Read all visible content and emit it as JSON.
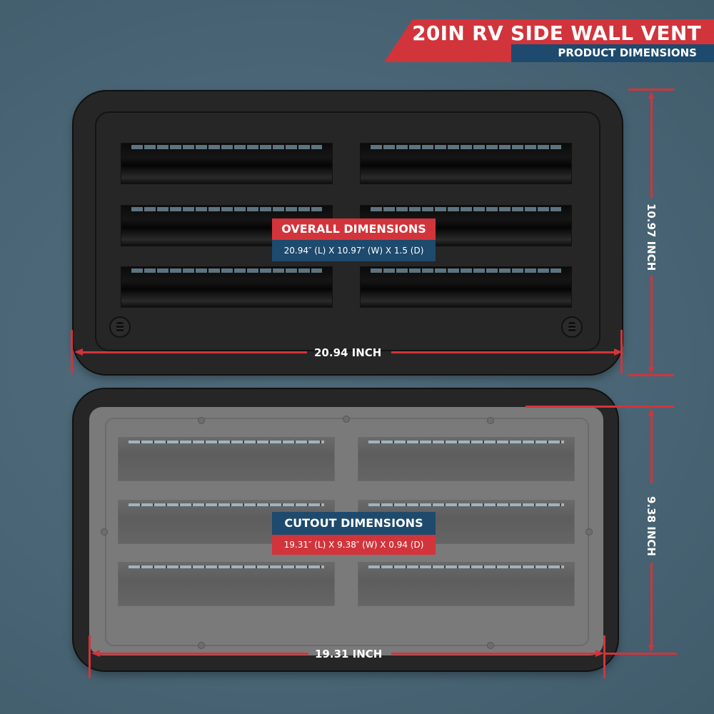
{
  "header": {
    "title": "20IN RV SIDE WALL VENT",
    "subtitle": "PRODUCT DIMENSIONS"
  },
  "overall": {
    "heading": "OVERALL DIMENSIONS",
    "detail": "20.94″ (L) X 10.97″ (W) X 1.5 (D)",
    "width_label": "20.94 INCH",
    "height_label": "10.97 INCH"
  },
  "cutout": {
    "heading": "CUTOUT DIMENSIONS",
    "detail": "19.31″ (L) X 9.38″ (W) X 0.94 (D)",
    "width_label": "19.31 INCH",
    "height_label": "9.38 INCH"
  },
  "colors": {
    "accent_red": "#d2343b",
    "accent_blue": "#1d4a6d",
    "background": "#4a6676",
    "vent_black": "#262626",
    "cutout_gray": "#7a7a7a"
  },
  "icons": {
    "screw": "screw-icon",
    "louver": "louver-slot"
  }
}
